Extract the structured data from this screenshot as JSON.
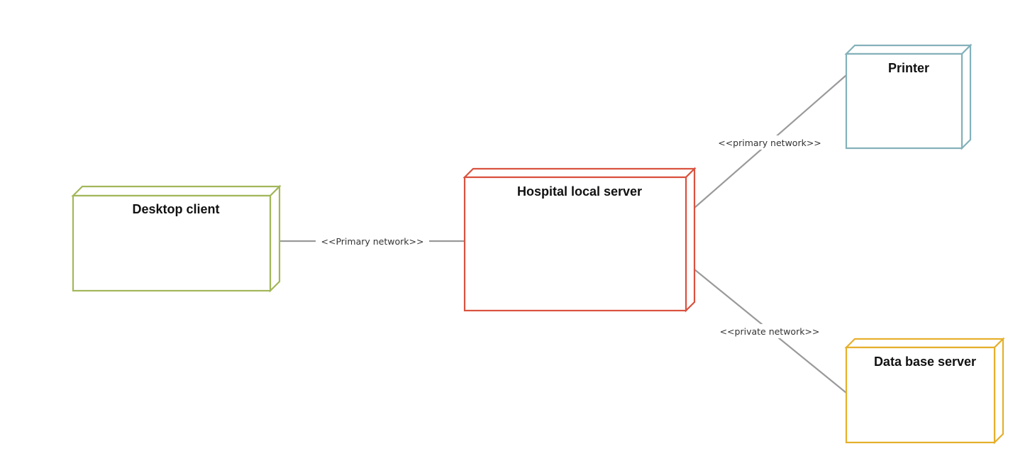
{
  "diagram": {
    "type": "UML deployment diagram",
    "nodes": [
      {
        "id": "desktop",
        "label": "Desktop  client",
        "color": "#a2b75a"
      },
      {
        "id": "hospital",
        "label": "Hospital local server",
        "color": "#d9533f"
      },
      {
        "id": "printer",
        "label": "Printer",
        "color": "#84b1ba"
      },
      {
        "id": "database",
        "label": "Data base server",
        "color": "#e6b02c"
      }
    ],
    "edges": [
      {
        "from": "desktop",
        "to": "hospital",
        "label": "<<Primary network>>"
      },
      {
        "from": "hospital",
        "to": "printer",
        "label": "<<primary network>>"
      },
      {
        "from": "hospital",
        "to": "database",
        "label": "<<private network>>"
      }
    ],
    "edge_color": "#9a9a9a"
  }
}
